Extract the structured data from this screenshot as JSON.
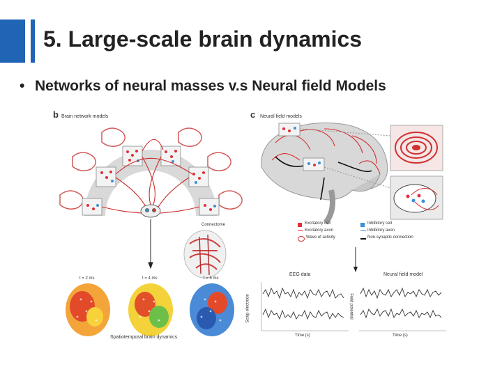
{
  "slide": {
    "title": "5. Large-scale brain dynamics",
    "bullet": "Networks of neural masses v.s Neural field Models"
  },
  "figure": {
    "panel_b": {
      "letter": "b",
      "heading": "Brain network models",
      "connectome_label": "Connectome",
      "time_labels": [
        "t = 2 ms",
        "t = 4 ms",
        "t = 6 ms"
      ],
      "caption": "Spatiotemporal brain dynamics"
    },
    "panel_c": {
      "letter": "c",
      "heading": "Neural field models",
      "legend": {
        "excitatory": "Excitatory cell",
        "inhibitory": "Inhibitory cell",
        "excitatory_axon": "Excitatory axon",
        "inhibitory_axon": "Inhibitory axon",
        "wave": "Wave of activity",
        "nonsynaptic": "Non-synaptic connection"
      },
      "eeg_title": "EEG data",
      "eeg_ylabel": "Scalp electrode",
      "nf_title": "Neural field model",
      "nf_ylabel": "Field potential",
      "time_label_left": "Time (s)",
      "time_label_right": "Time (s)"
    },
    "colors": {
      "accent": "#1f64b5",
      "excitatory": "#e0303a",
      "inhibitory": "#3a8fd6"
    }
  }
}
